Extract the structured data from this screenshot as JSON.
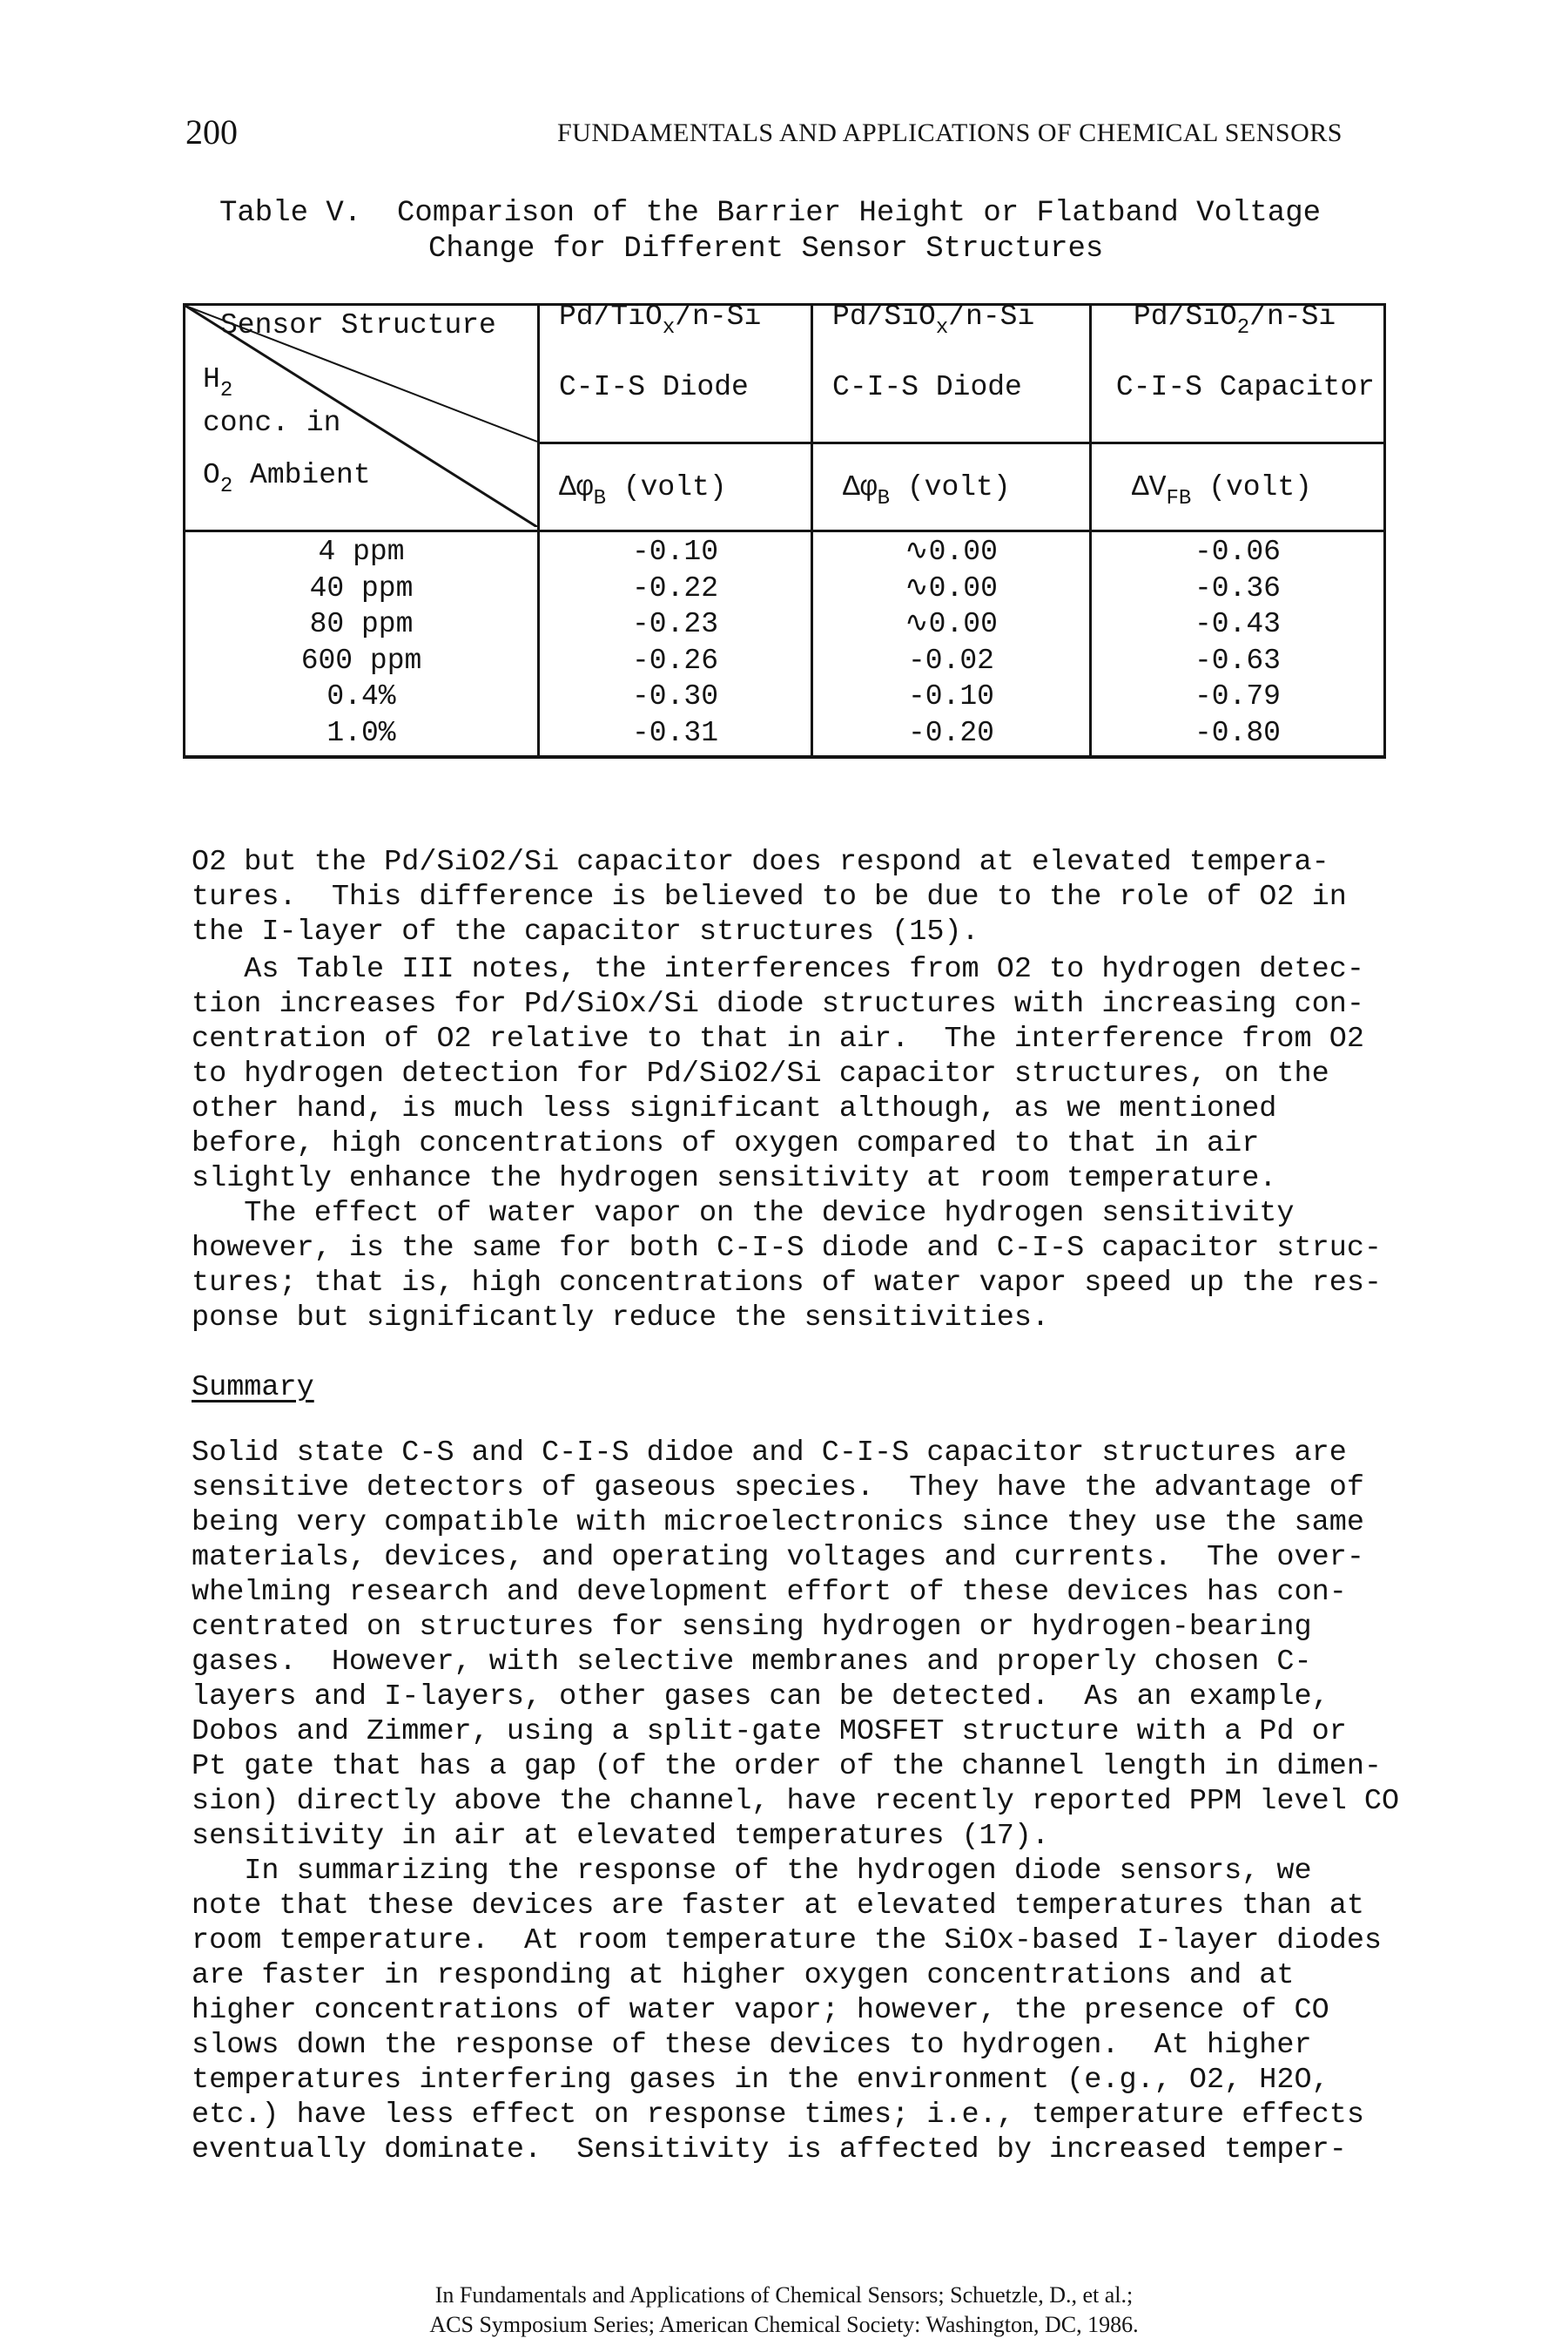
{
  "header": {
    "page_number": "200",
    "running_title": "FUNDAMENTALS AND APPLICATIONS OF CHEMICAL SENSORS"
  },
  "table": {
    "caption_line1": "Table V.  Comparison of the Barrier Height or Flatband Voltage",
    "caption_line2": "Change for Different Sensor Structures",
    "corner": {
      "top": "Sensor Structure",
      "h2": "H",
      "h2_sub": "2",
      "conc": "conc. in",
      "o2": "O",
      "o2_sub": "2",
      "ambient": " Ambient"
    },
    "columns": [
      {
        "structure_a": "Pd/TiO",
        "structure_sub": "x",
        "structure_b": "/n-Si",
        "type": "C-I-S Diode",
        "measure_a": "Δφ",
        "measure_sub": "B",
        "measure_b": " (volt)",
        "values": [
          "-0.10",
          "-0.22",
          "-0.23",
          "-0.26",
          "-0.30",
          "-0.31"
        ]
      },
      {
        "structure_a": "Pd/SiO",
        "structure_sub": "x",
        "structure_b": "/n-Si",
        "type": "C-I-S Diode",
        "measure_a": "Δφ",
        "measure_sub": "B",
        "measure_b": " (volt)",
        "values": [
          "∿0.00",
          "∿0.00",
          "∿0.00",
          "-0.02",
          "-0.10",
          "-0.20"
        ]
      },
      {
        "structure_a": "Pd/SiO",
        "structure_sub": "2",
        "structure_b": "/n-Si",
        "type": "C-I-S Capacitor",
        "measure_a": "ΔV",
        "measure_sub": "FB",
        "measure_b": " (volt)",
        "values": [
          "-0.06",
          "-0.36",
          "-0.43",
          "-0.63",
          "-0.79",
          "-0.80"
        ]
      }
    ],
    "concentrations": [
      "4 ppm",
      "40 ppm",
      "80 ppm",
      "600 ppm",
      "0.4%",
      "1.0%"
    ]
  },
  "paragraphs": {
    "p1": "O2 but the Pd/SiO2/Si capacitor does respond at elevated tempera-\ntures.  This difference is believed to be due to the role of O2 in\nthe I-layer of the capacitor structures (15).",
    "p2": "   As Table III notes, the interferences from O2 to hydrogen detec-\ntion increases for Pd/SiOx/Si diode structures with increasing con-\ncentration of O2 relative to that in air.  The interference from O2\nto hydrogen detection for Pd/SiO2/Si capacitor structures, on the\nother hand, is much less significant although, as we mentioned\nbefore, high concentrations of oxygen compared to that in air\nslightly enhance the hydrogen sensitivity at room temperature.",
    "p3": "   The effect of water vapor on the device hydrogen sensitivity\nhowever, is the same for both C-I-S diode and C-I-S capacitor struc-\ntures; that is, high concentrations of water vapor speed up the res-\nponse but significantly reduce the sensitivities.",
    "summary_heading": "Summary",
    "p4": "Solid state C-S and C-I-S didoe and C-I-S capacitor structures are\nsensitive detectors of gaseous species.  They have the advantage of\nbeing very compatible with microelectronics since they use the same\nmaterials, devices, and operating voltages and currents.  The over-\nwhelming research and development effort of these devices has con-\ncentrated on structures for sensing hydrogen or hydrogen-bearing\ngases.  However, with selective membranes and properly chosen C-\nlayers and I-layers, other gases can be detected.  As an example,\nDobos and Zimmer, using a split-gate MOSFET structure with a Pd or\nPt gate that has a gap (of the order of the channel length in dimen-\nsion) directly above the channel, have recently reported PPM level CO\nsensitivity in air at elevated temperatures (17).",
    "p5": "   In summarizing the response of the hydrogen diode sensors, we\nnote that these devices are faster at elevated temperatures than at\nroom temperature.  At room temperature the SiOx-based I-layer diodes\nare faster in responding at higher oxygen concentrations and at\nhigher concentrations of water vapor; however, the presence of CO\nslows down the response of these devices to hydrogen.  At higher\ntemperatures interfering gases in the environment (e.g., O2, H2O,\netc.) have less effect on response times; i.e., temperature effects\neventually dominate.  Sensitivity is affected by increased temper-"
  },
  "footer": {
    "line1": "In Fundamentals and Applications of Chemical Sensors; Schuetzle, D., et al.;",
    "line2": "ACS Symposium Series; American Chemical Society: Washington, DC, 1986."
  }
}
